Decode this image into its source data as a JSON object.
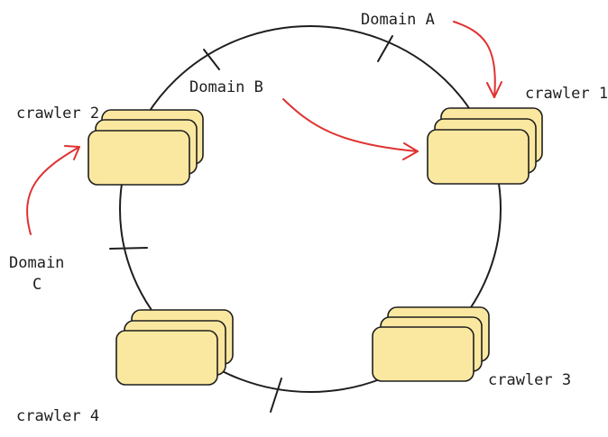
{
  "nodes": {
    "crawler_1": "crawler 1",
    "crawler_2": "crawler 2",
    "crawler_3": "crawler 3",
    "crawler_4": "crawler 4"
  },
  "domains": {
    "domain_a": "Domain A",
    "domain_b": "Domain B",
    "domain_c_line1": "Domain",
    "domain_c_line2": "C"
  },
  "colors": {
    "card_fill": "#fbe8a0",
    "stroke": "#1e1e1e",
    "arrow": "#e03131"
  }
}
